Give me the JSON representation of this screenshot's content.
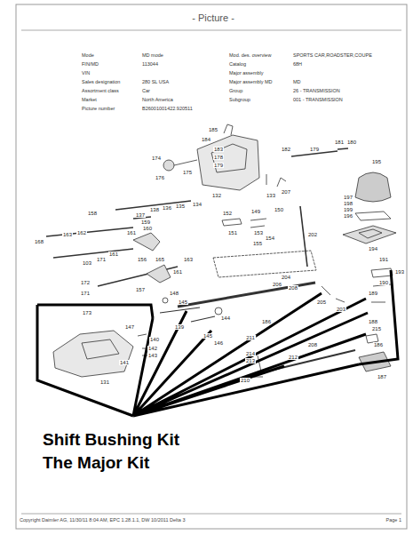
{
  "diagram": {
    "title": "- Picture -",
    "labels": [
      "Mode",
      "MD mode",
      "Mod. des. overview",
      "SPORTS CAR,ROADSTER,COUPE",
      "FIN/MD",
      "113044",
      "Catalog",
      "68H",
      "VIN",
      "Major assembly",
      "Sales designation",
      "280 SL USA",
      "Major assembly MD",
      "MD",
      "Assortment class",
      "Car",
      "Group",
      "26 - TRANSMISSION",
      "Market",
      "North America",
      "Subgroup",
      "001 - TRANSMISSION",
      "Picture number",
      "B26001001422.920511",
      "185",
      "184",
      "183",
      "178",
      "179",
      "174",
      "176",
      "175",
      "182",
      "179",
      "181",
      "180",
      "132",
      "133",
      "207",
      "195",
      "197",
      "198",
      "199",
      "196",
      "137",
      "138",
      "136",
      "135",
      "134",
      "159",
      "160",
      "158",
      "161",
      "152",
      "149",
      "150",
      "151",
      "153",
      "154",
      "155",
      "194",
      "168",
      "163",
      "162",
      "103",
      "171",
      "161",
      "156",
      "202",
      "191",
      "193",
      "190",
      "172",
      "171",
      "157",
      "165",
      "163",
      "161",
      "206",
      "204",
      "208",
      "205",
      "203",
      "189",
      "148",
      "145",
      "173",
      "147",
      "139",
      "145",
      "144",
      "140",
      "142",
      "143",
      "186",
      "188",
      "146",
      "131",
      "141",
      "211",
      "214",
      "213",
      "212",
      "210",
      "215",
      "186",
      "208",
      "187",
      "Shift Bushing Kit",
      "The Major Kit",
      "Copyright Daimler AG, 11/30/11 8:04 AM, EPC 1.28.1.1, DW 10/2011 Delta 3",
      "Page 1"
    ]
  }
}
